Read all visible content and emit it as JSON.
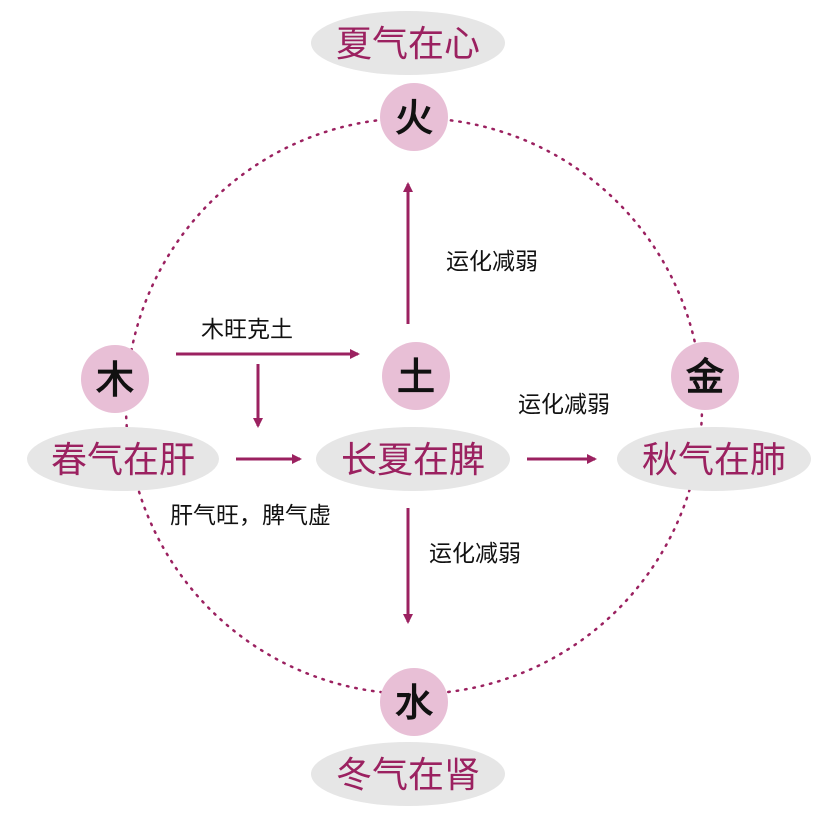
{
  "colors": {
    "accent": "#9b2160",
    "element_circle": "#e8bfd6",
    "season_ellipse": "#e6e6e6",
    "ring": "#9b2160",
    "text": "#111111"
  },
  "elements": {
    "fire": "火",
    "wood": "木",
    "earth": "土",
    "metal": "金",
    "water": "水"
  },
  "seasons": {
    "summer": "夏气在心",
    "spring": "春气在肝",
    "late_summer": "长夏在脾",
    "autumn": "秋气在肺",
    "winter": "冬气在肾"
  },
  "notes": {
    "up": "运化减弱",
    "right": "运化减弱",
    "down": "运化减弱",
    "wood_overacts": "木旺克土",
    "liver_spleen": "肝气旺，脾气虚"
  },
  "icons": {
    "arrow": "arrow-icon"
  }
}
